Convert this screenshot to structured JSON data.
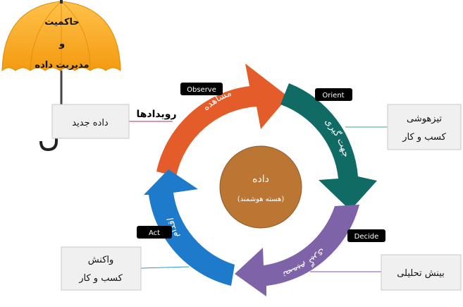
{
  "umbrella": {
    "line1": "حاکمیت",
    "line2": "و",
    "line3": "مدیریت داده"
  },
  "events_label": "رویدادها",
  "boxes": {
    "new_data": "داده جدید",
    "bi": {
      "line1": "تیزهوشی",
      "line2": "کسب و کار"
    },
    "analytics": "بینش تحلیلی",
    "reaction": {
      "line1": "واکنش",
      "line2": "کسب و کار"
    }
  },
  "center": {
    "title": "داده",
    "subtitle": "(هسته هوشمند)"
  },
  "stages": {
    "observe": {
      "tag": "Observe",
      "label": "مشاهده",
      "color": "#E35C2A"
    },
    "orient": {
      "tag": "Orient",
      "label": "جهت گیری",
      "color": "#0F6B64"
    },
    "decide": {
      "tag": "Decide",
      "label": "تصمیم گیری",
      "color": "#7E63A8"
    },
    "act": {
      "tag": "Act",
      "label": "اقدام",
      "color": "#1E7ACB"
    }
  },
  "colors": {
    "umbrella_fill": "#F7A51A",
    "center_fill": "#BC7634",
    "box_fill": "#F0F0F0",
    "tag_fill": "#000000"
  }
}
